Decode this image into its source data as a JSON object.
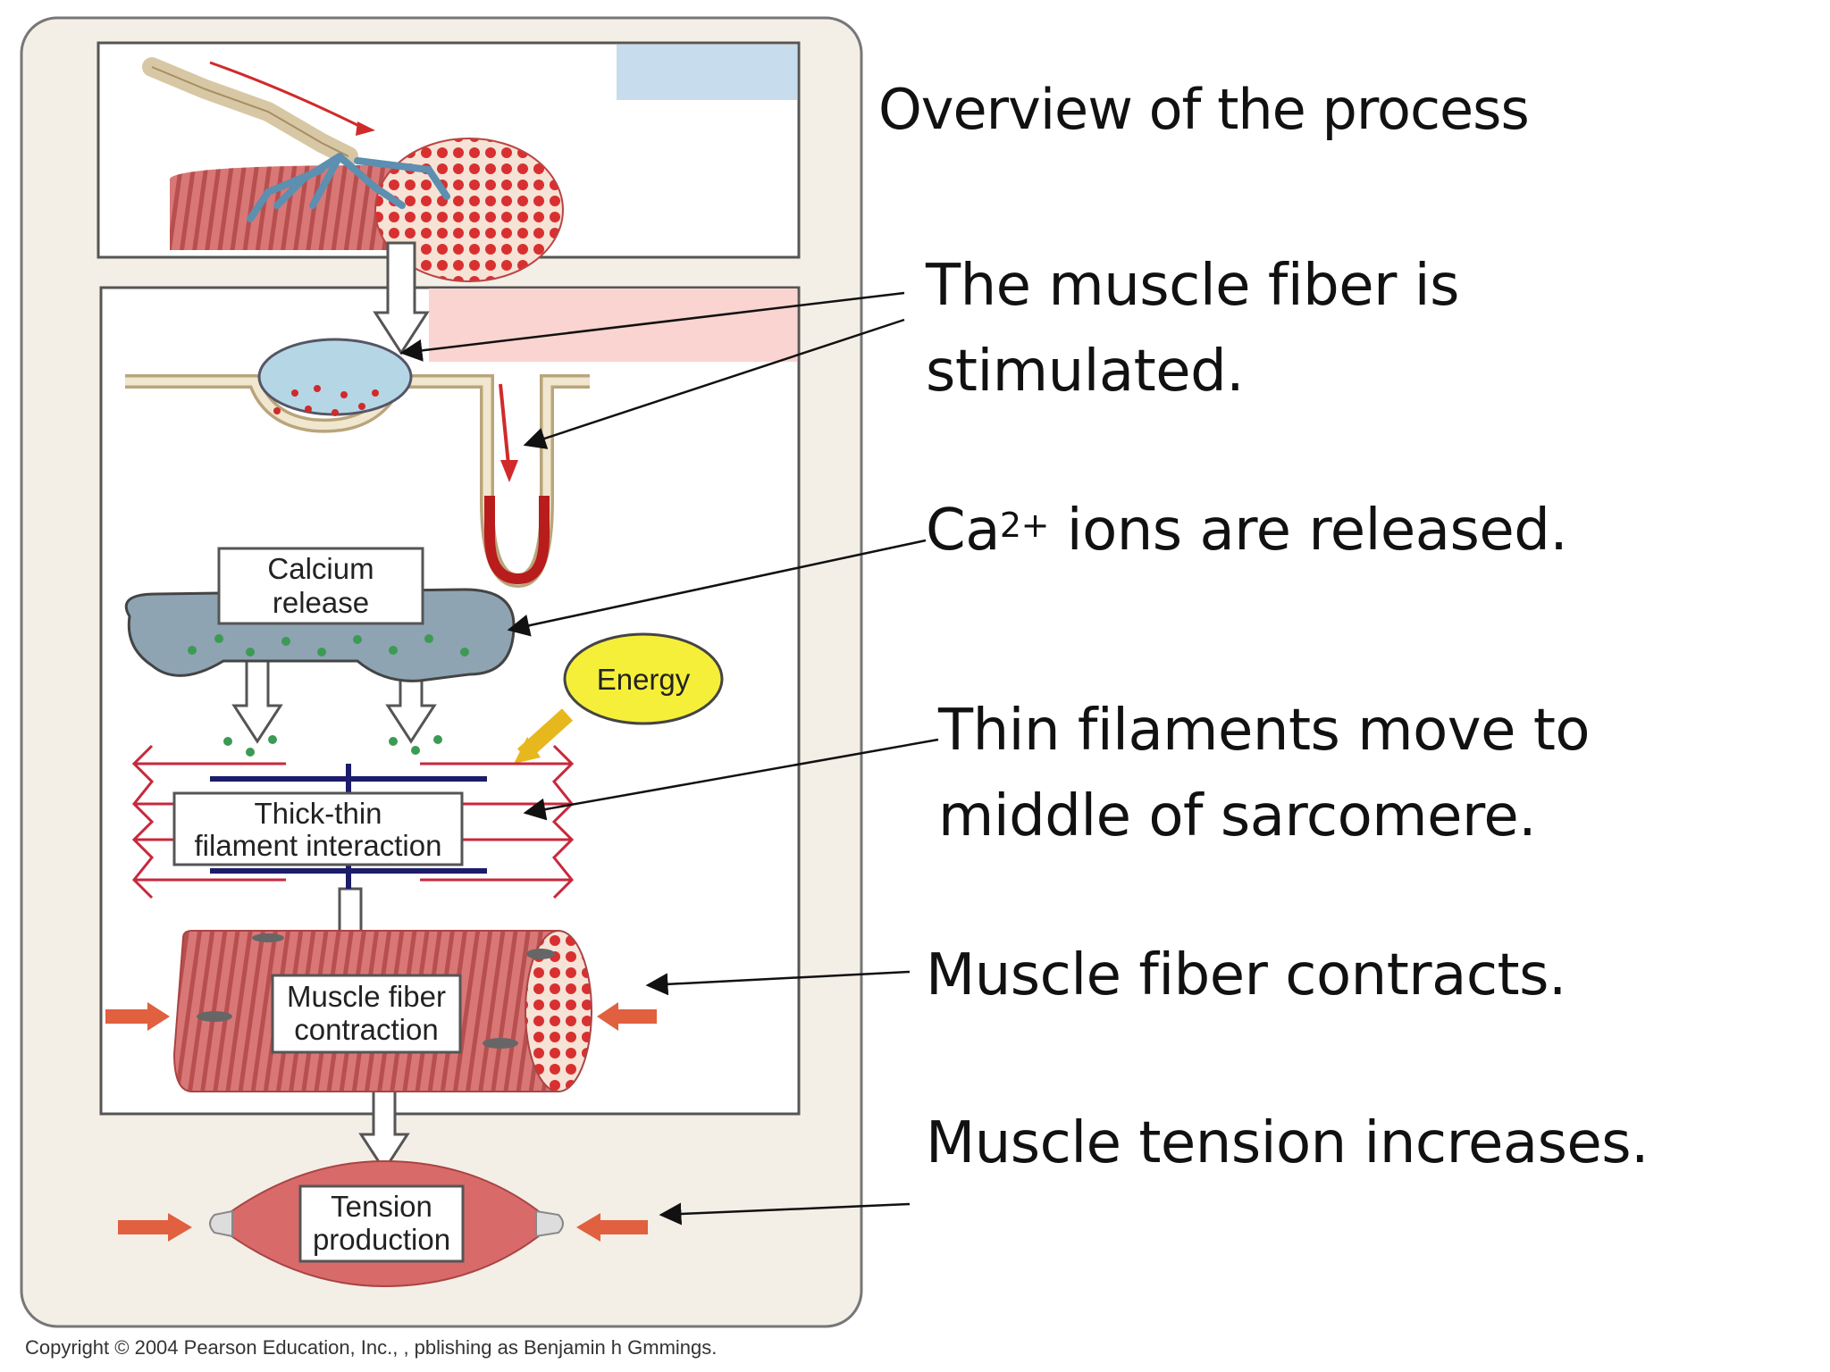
{
  "title": "Overview of the process",
  "steps": [
    {
      "id": "stimulated",
      "lines": [
        "The muscle fiber is",
        "stimulated."
      ]
    },
    {
      "id": "calcium",
      "prefix": "Ca",
      "sup": "2+",
      "rest": " ions are released."
    },
    {
      "id": "thin-filaments",
      "lines": [
        "Thin filaments move to",
        "middle of sarcomere."
      ]
    },
    {
      "id": "contracts",
      "lines": [
        "Muscle fiber contracts."
      ]
    },
    {
      "id": "tension",
      "lines": [
        "Muscle tension increases."
      ]
    }
  ],
  "figure_labels": {
    "calcium_release": [
      "Calcium",
      "release"
    ],
    "energy": "Energy",
    "filament_interaction": [
      "Thick-thin",
      "filament interaction"
    ],
    "fiber_contraction": [
      "Muscle fiber",
      "contraction"
    ],
    "tension_production": [
      "Tension",
      "production"
    ]
  },
  "copyright": "Copyright © 2004 Pearson Education, Inc., , pblishing as Benjamin h Gmmings.",
  "colors": {
    "panel_bg": "#f4efe6",
    "muscle": "#d96a6a",
    "arrow_red": "#d12a2a",
    "energy_fill": "#f5ef3a",
    "calcium_dot": "#3c9a54"
  }
}
